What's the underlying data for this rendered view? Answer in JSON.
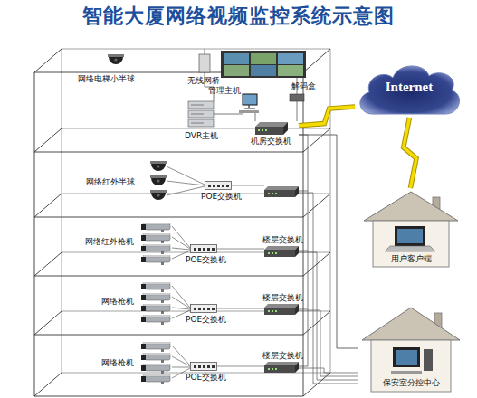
{
  "diagram": {
    "title": "智能大厦网络视频监控系统示意图",
    "nodes": [
      {
        "text": [
          "Internet"
        ]
      },
      {
        "text": [
          "机房交换机"
        ]
      },
      {
        "text": [
          "用户客户端"
        ]
      },
      {
        "text": [
          "保安室分控中心"
        ]
      }
    ],
    "edges": [
      {
        "from": 1,
        "to": 0,
        "arrow": "none"
      },
      {
        "from": 0,
        "to": 2,
        "arrow": "none"
      },
      {
        "from": 1,
        "to": 3,
        "arrow": "none"
      }
    ],
    "labels": [
      "网络电梯小半球",
      "无线网桥",
      "管理主机",
      "解码盒",
      "DVR主机",
      "网络红外半球",
      "POE交换机",
      "网络红外枪机",
      "POE交换机",
      "楼层交换机",
      "网络枪机",
      "POE交换机",
      "楼层交换机",
      "网络枪机",
      "POE交换机",
      "楼层交换机"
    ]
  }
}
